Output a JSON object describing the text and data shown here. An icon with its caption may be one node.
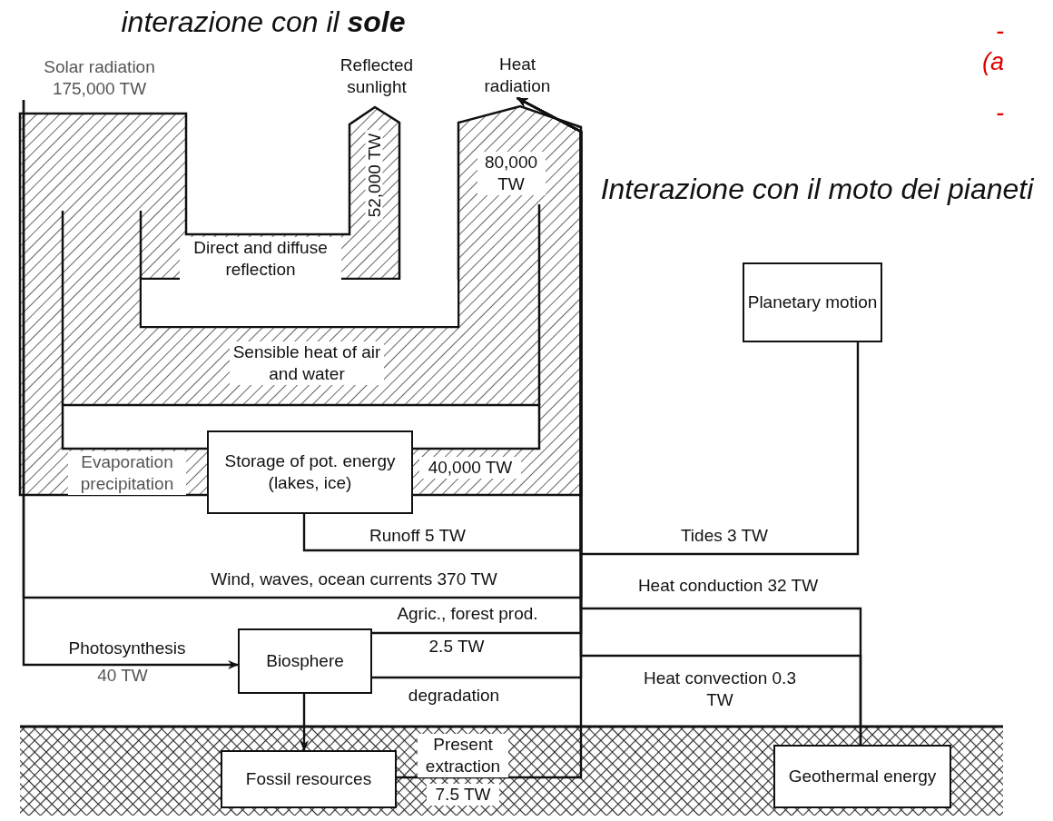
{
  "diagram": {
    "title": "interazione con il **sole**",
    "nodes": [
      {
        "text": [
          "Solar radiation 175,000 TW"
        ]
      },
      {
        "text": [
          "Heat radiation"
        ]
      },
      {
        "text": [
          "Planetary motion"
        ]
      },
      {
        "text": [
          "Storage of pot. energy (lakes, ice)"
        ]
      },
      {
        "text": [
          "Biosphere"
        ]
      },
      {
        "text": [
          "Fossil resources"
        ]
      },
      {
        "text": [
          "Geothermal energy"
        ]
      }
    ],
    "edges": [
      {
        "from": 0,
        "to": 1,
        "arrow": "to",
        "label": "Wind, waves, ocean currents 370 TW"
      },
      {
        "from": 0,
        "to": 4,
        "arrow": "to",
        "label": "Photosynthesis"
      },
      {
        "from": 3,
        "to": 1,
        "arrow": "to",
        "label": "Runoff 5 TW"
      },
      {
        "from": 2,
        "to": 1,
        "arrow": "to",
        "label": "Tides 3 TW"
      },
      {
        "from": 4,
        "to": 1,
        "arrow": "to",
        "label": "Agric., forest prod."
      },
      {
        "from": 4,
        "to": 1,
        "arrow": "to",
        "label": "degradation"
      },
      {
        "from": 4,
        "to": 5,
        "arrow": "to"
      },
      {
        "from": 5,
        "to": 1,
        "arrow": "to",
        "label": "Present extraction"
      },
      {
        "from": 6,
        "to": 1,
        "arrow": "to",
        "label": "Heat conduction 32 TW"
      },
      {
        "from": 6,
        "to": 1,
        "arrow": "to",
        "label": "Heat convection 0.3 TW"
      }
    ],
    "labels": [
      "Reflected sunlight",
      "52,000 TW",
      "80,000 TW",
      "Interazione con il moto dei pianeti",
      "Direct and diffuse reflection",
      "Sensible heat of air and water",
      "Evaporation precipitation",
      "40,000 TW",
      "40 TW",
      "2.5 TW",
      "7.5 TW",
      "-",
      "(a",
      "-"
    ]
  }
}
